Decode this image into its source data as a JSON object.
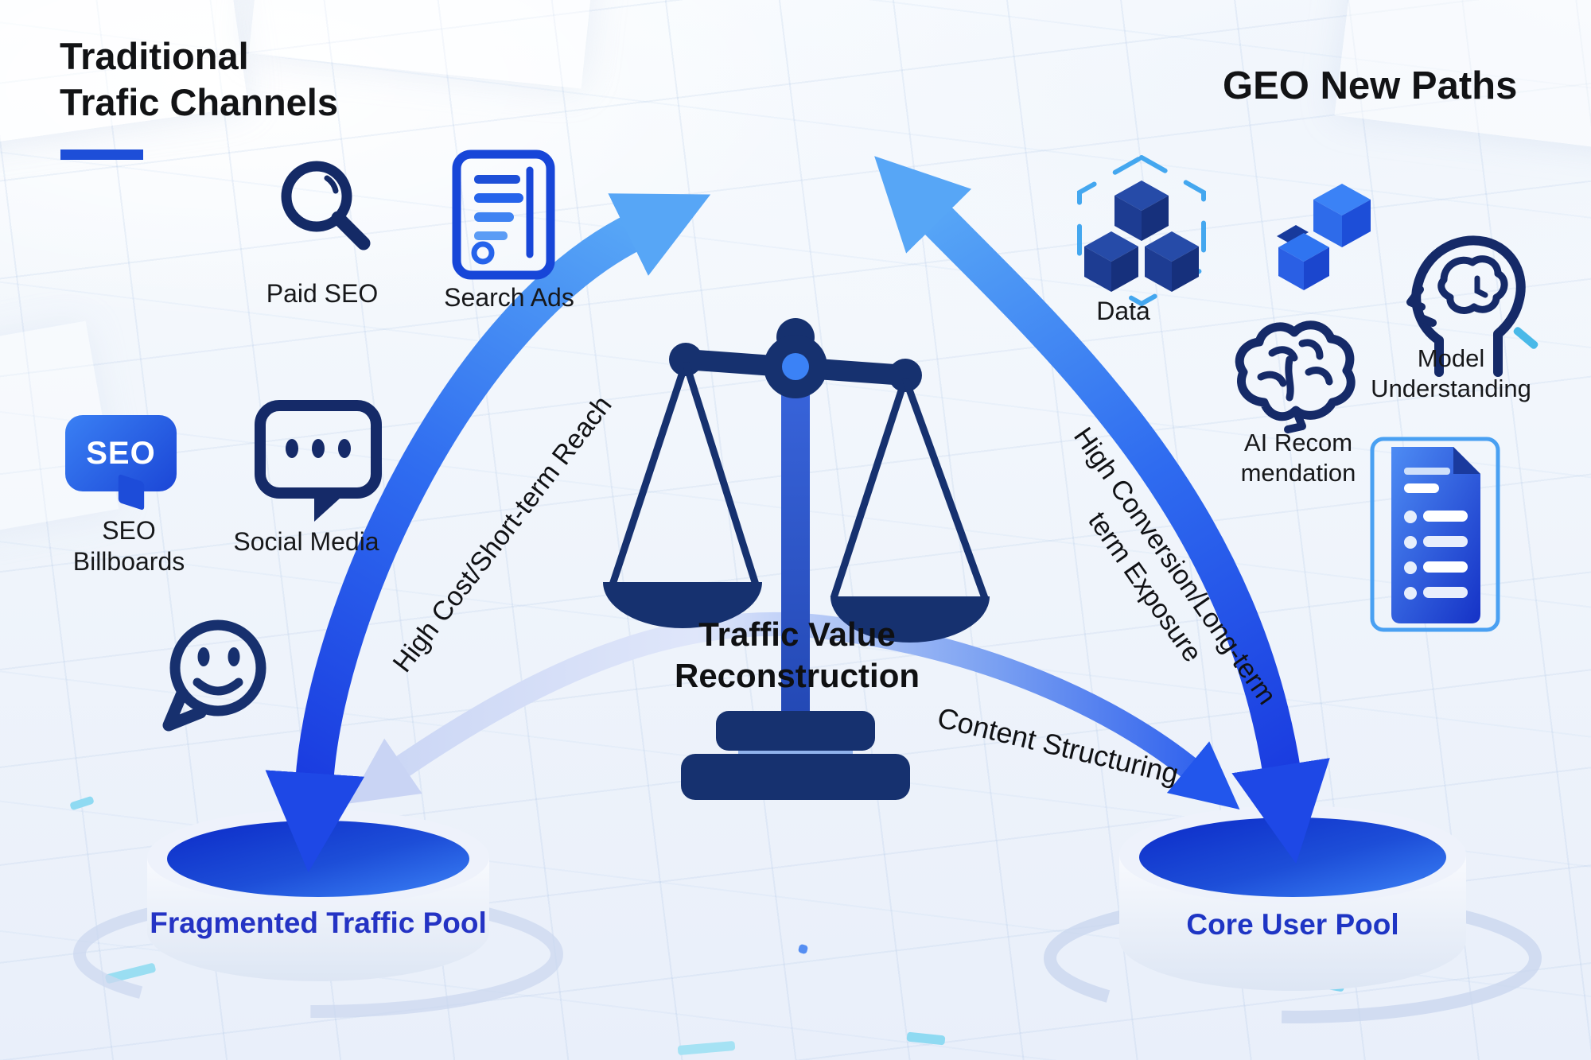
{
  "titles": {
    "left_line1": "Traditional",
    "left_line2": "Trafic Channels",
    "right": "GEO New Paths"
  },
  "traditional": {
    "paid_seo_label": "Paid SEO",
    "search_ads_label": "Search Ads",
    "seo_bubble_text": "SEO",
    "seo_billboards_line1": "SEO",
    "seo_billboards_line2": "Billboards",
    "social_media_label": "Social Media"
  },
  "geo": {
    "data_label": "Data",
    "ai_recommendation_line1": "AI Recom",
    "ai_recommendation_line2": "mendation",
    "model_understanding_line1": "Model",
    "model_understanding_line2": "Understanding"
  },
  "center": {
    "label_line1": "Traffic Value",
    "label_line2": "Reconstruction"
  },
  "arrows": {
    "left_label": "High Cost/Short-term Reach",
    "right_label_line1": "High Conversion/Long-term",
    "right_label_line2": "term Exposure",
    "content_label": "Content Structuring"
  },
  "pools": {
    "left_label": "Fragmented Traffic Pool",
    "right_label": "Core User Pool"
  },
  "icons": {
    "paid_seo": "magnifier-icon",
    "search_ads": "document-ad-icon",
    "seo_billboards": "seo-speech-bubble-icon",
    "social_media": "chat-bubble-icon",
    "community": "smiley-chat-icon",
    "data": "data-cubes-icon",
    "blocks": "stacked-cubes-icon",
    "ai_recommendation": "brain-icon",
    "model_understanding": "head-brain-icon",
    "content_doc": "document-list-icon",
    "balance": "balance-scale-icon"
  },
  "colors": {
    "accent_blue": "#2257ec",
    "sky_blue": "#57a6f6",
    "navy": "#17306e",
    "pool_text_blue": "#2433c4",
    "title_underline": "#1d4ed8",
    "cyan_accent": "#8fdaf2"
  }
}
